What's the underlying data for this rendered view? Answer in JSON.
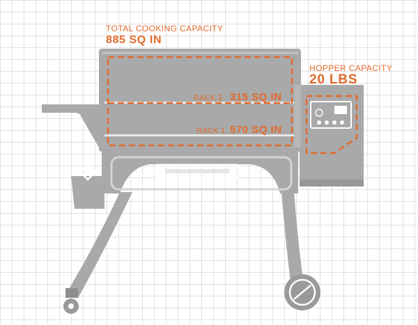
{
  "cooking": {
    "label": "TOTAL COOKING CAPACITY",
    "value": "885 SQ IN"
  },
  "hopper": {
    "label": "HOPPER CAPACITY",
    "value": "20 LBS"
  },
  "racks": [
    {
      "label": "RACK 2",
      "value": "315 SQ IN"
    },
    {
      "label": "RACK 1",
      "value": "570 SQ IN"
    }
  ],
  "colors": {
    "accent": "#e36a2c",
    "grill": "#a9a9a9",
    "grill_dark": "#8e8e8e",
    "grid": "#bebebe"
  }
}
